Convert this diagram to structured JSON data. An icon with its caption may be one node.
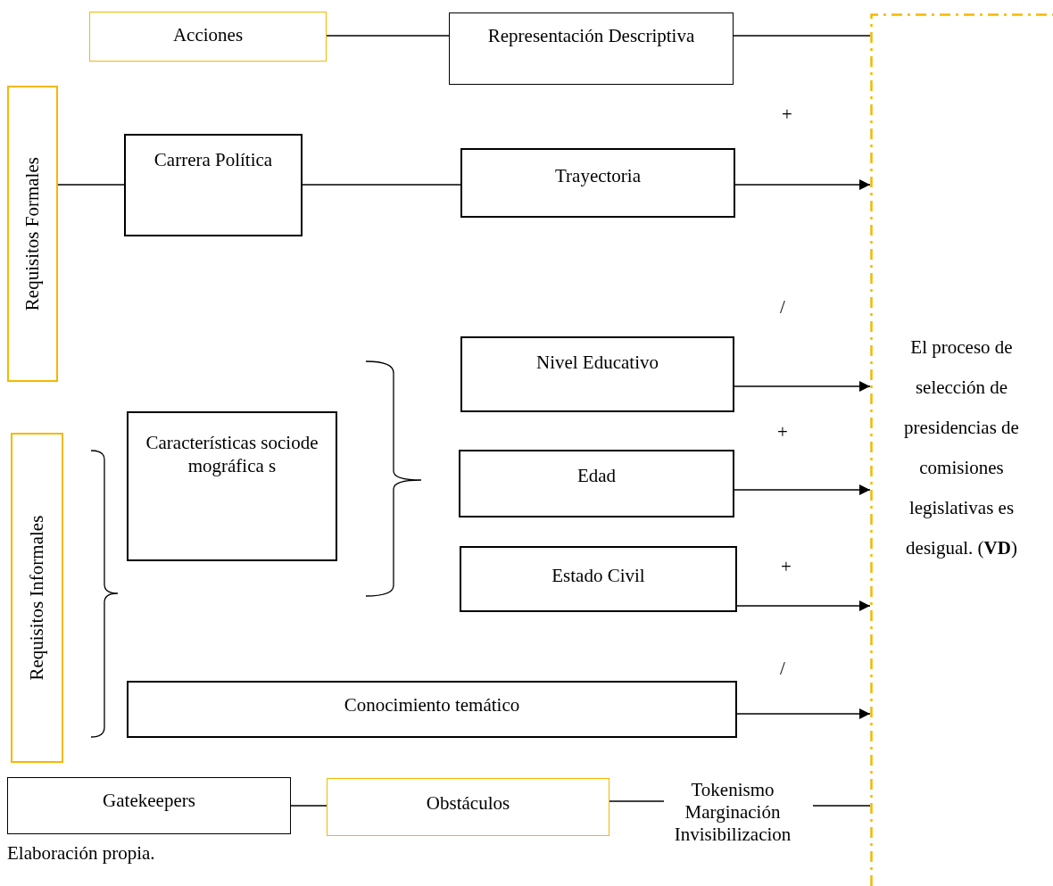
{
  "diagram": {
    "nodes": [
      {
        "text": [
          "Acciones"
        ]
      },
      {
        "text": [
          "Representación Descriptiva"
        ]
      },
      {
        "text": [
          "Requisitos Formales"
        ]
      },
      {
        "text": [
          "Carrera Política"
        ]
      },
      {
        "text": [
          "Trayectoria"
        ]
      },
      {
        "text": [
          "Requisitos Informales"
        ]
      },
      {
        "text": [
          "Características sociodemográfica s"
        ]
      },
      {
        "text": [
          "Nivel Educativo"
        ]
      },
      {
        "text": [
          "Edad"
        ]
      },
      {
        "text": [
          "Estado Civil"
        ]
      },
      {
        "text": [
          "Conocimiento temático"
        ]
      },
      {
        "text": [
          "El proceso de selección de presidencias de comisiones legislativas es desigual. (**VD**)"
        ]
      },
      {
        "text": [
          "Gatekeepers"
        ]
      },
      {
        "text": [
          "Obstáculos"
        ]
      },
      {
        "text": [
          "Tokenismo Marginación Invisibilizacion"
        ]
      }
    ],
    "edges": [
      {
        "from": 0,
        "to": 1,
        "arrow": "none"
      },
      {
        "from": 1,
        "to": 11,
        "arrow": "none"
      },
      {
        "from": 2,
        "to": 3,
        "arrow": "none"
      },
      {
        "from": 3,
        "to": 4,
        "arrow": "none"
      },
      {
        "from": 4,
        "to": 11,
        "arrow": "to"
      },
      {
        "from": 7,
        "to": 11,
        "arrow": "to"
      },
      {
        "from": 8,
        "to": 11,
        "arrow": "to"
      },
      {
        "from": 9,
        "to": 11,
        "arrow": "to"
      },
      {
        "from": 10,
        "to": 11,
        "arrow": "to"
      },
      {
        "from": 12,
        "to": 13,
        "arrow": "none"
      },
      {
        "from": 13,
        "to": 14,
        "arrow": "none"
      },
      {
        "from": 14,
        "to": 11,
        "arrow": "none"
      }
    ],
    "labels": [
      "+",
      "/",
      "+",
      "+",
      "/",
      "Elaboración propia."
    ]
  }
}
